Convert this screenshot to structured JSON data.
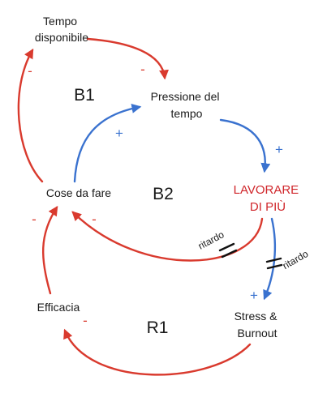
{
  "colors": {
    "negative": "#d93a2e",
    "positive": "#3a72cf",
    "accent_text": "#d0262b",
    "text": "#1a1a1a"
  },
  "nodes": {
    "tempo_disponibile": [
      "Tempo",
      "disponibile"
    ],
    "pressione_tempo": [
      "Pressione del",
      "tempo"
    ],
    "cose_da_fare": "Cose da fare",
    "lavorare_di_piu": [
      "LAVORARE",
      "DI PIÙ"
    ],
    "efficacia": "Efficacia",
    "stress_burnout": [
      "Stress &",
      "Burnout"
    ]
  },
  "loops": {
    "b1": "B1",
    "b2": "B2",
    "r1": "R1"
  },
  "signs": {
    "tempo_to_pressione": "-",
    "cose_to_tempo": "-",
    "cose_to_pressione": "+",
    "pressione_to_lavorare": "+",
    "lavorare_to_cose": "-",
    "efficacia_to_cose": "-",
    "lavorare_to_stress": "+",
    "stress_to_efficacia": "-"
  },
  "delays": {
    "lavorare_to_cose": "ritardo",
    "lavorare_to_stress": "ritardo"
  }
}
